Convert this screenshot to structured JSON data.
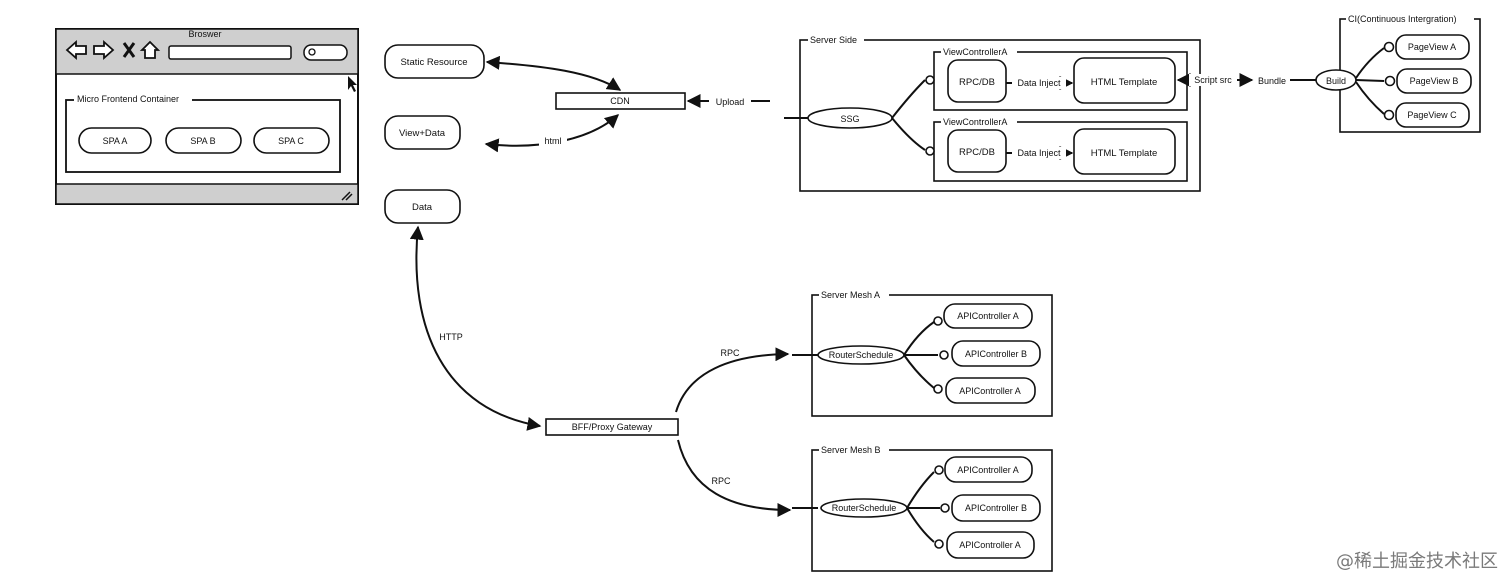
{
  "browser": {
    "title": "Broswer",
    "container_label": "Micro Frontend Container",
    "spas": [
      "SPA A",
      "SPA B",
      "SPA C"
    ]
  },
  "resources": {
    "static": "Static Resource",
    "view_data": "View+Data",
    "data": "Data"
  },
  "cdn": {
    "label": "CDN",
    "upload": "Upload",
    "html_label": "html"
  },
  "server_side": {
    "title": "Server Side",
    "ssg": "SSG",
    "controllers": [
      {
        "title": "ViewControllerA",
        "rpc": "RPC/DB",
        "inject": "Data Inject",
        "template": "HTML Template"
      },
      {
        "title": "ViewControllerA",
        "rpc": "RPC/DB",
        "inject": "Data Inject",
        "template": "HTML Template"
      }
    ],
    "script_src": "Script src",
    "bundle": "Bundle"
  },
  "ci": {
    "title": "CI(Continuous Intergration)",
    "build": "Build",
    "pages": [
      "PageView A",
      "PageView B",
      "PageView C"
    ]
  },
  "gateway": {
    "label": "BFF/Proxy Gateway",
    "http": "HTTP",
    "rpc": "RPC"
  },
  "meshes": [
    {
      "title": "Server Mesh A",
      "router": "RouterSchedule",
      "controllers": [
        "APIController A",
        "APIController B",
        "APIController A"
      ]
    },
    {
      "title": "Server Mesh B",
      "router": "RouterSchedule",
      "controllers": [
        "APIController A",
        "APIController B",
        "APIController A"
      ]
    }
  ],
  "watermark": "@稀土掘金技术社区"
}
